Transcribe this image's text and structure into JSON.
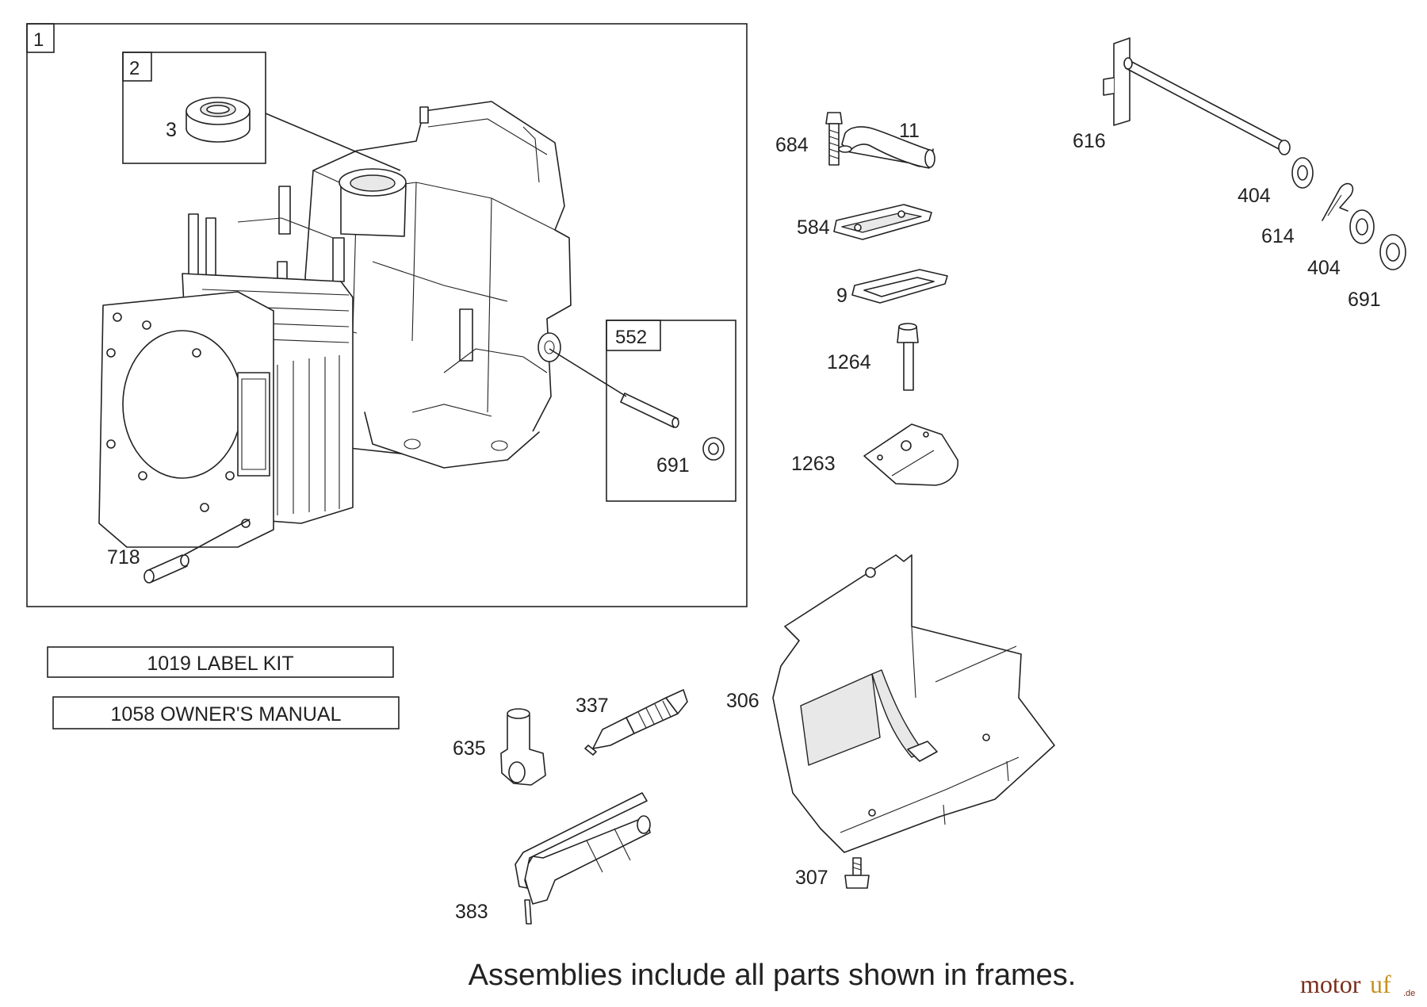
{
  "frames": {
    "main": "1",
    "seal": "2",
    "dowel": "552"
  },
  "labels": {
    "p3": "3",
    "p718": "718",
    "p691_frame": "691",
    "p684": "684",
    "p11": "11",
    "p616": "616",
    "p404_a": "404",
    "p614": "614",
    "p404_b": "404",
    "p691_b": "691",
    "p584": "584",
    "p9": "9",
    "p1264": "1264",
    "p1263": "1263",
    "p337": "337",
    "p635": "635",
    "p383": "383",
    "p306": "306",
    "p307": "307"
  },
  "kits": {
    "label_kit": "1019 LABEL KIT",
    "owners_manual": "1058 OWNER'S MANUAL"
  },
  "caption": "Assemblies include all parts shown in frames.",
  "watermark": {
    "part1": "motor",
    "part2": "uf",
    "suffix": ".de"
  }
}
